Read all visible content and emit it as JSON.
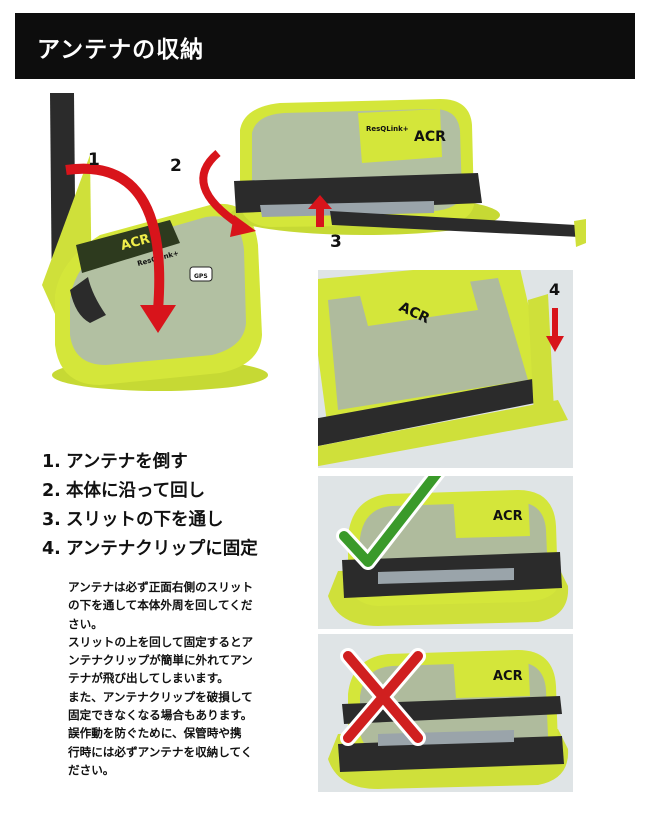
{
  "header": {
    "title": "アンテナの収納"
  },
  "diagram_labels": {
    "step1": "1",
    "step2": "2",
    "step3": "3",
    "step4": "4"
  },
  "device": {
    "brand": "ACR",
    "model": "ResQLink+",
    "gps_label": "GPS"
  },
  "steps": [
    {
      "num": "1.",
      "text": "アンテナを倒す"
    },
    {
      "num": "2.",
      "text": "本体に沿って回し"
    },
    {
      "num": "3.",
      "text": "スリットの下を通し"
    },
    {
      "num": "4.",
      "text": "アンテナクリップに固定"
    }
  ],
  "note": [
    "アンテナは必ず正面右側のスリット",
    "の下を通して本体外周を回してくだ",
    "さい。",
    "スリットの上を回して固定するとア",
    "ンテナクリップが簡単に外れてアン",
    "テナが飛び出してしまいます。",
    "また、アンテナクリップを破損して",
    "固定できなくなる場合もあります。",
    "誤作動を防ぐために、保管時や携",
    "行時には必ずアンテナを収納してく",
    "ださい。"
  ],
  "colors": {
    "device_green": "#d4e63a",
    "device_dark": "#2b2b2b",
    "arrow_red": "#d8141b",
    "check_green": "#3a9a2a",
    "cross_red": "#d01f1f"
  }
}
